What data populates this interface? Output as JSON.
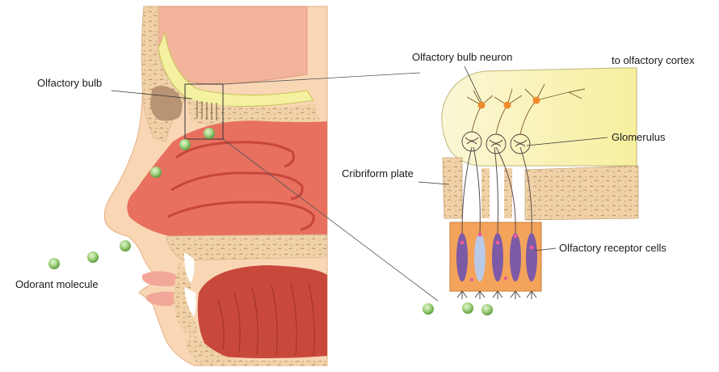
{
  "labels": {
    "olfactory_bulb": "Olfactory bulb",
    "olfactory_bulb_neuron": "Olfactory bulb neuron",
    "to_olfactory_cortex": "to olfactory cortex",
    "glomerulus": "Glomerulus",
    "cribriform_plate": "Cribriform plate",
    "olfactory_receptor_cells": "Olfactory receptor cells",
    "odorant_molecule": "Odorant molecule"
  },
  "colors": {
    "skin": "#f9d7b5",
    "skin_outline": "#e8b68e",
    "bone": "#f1d2a8",
    "bone_speckle": "#b5906b",
    "brain": "#f2b49a",
    "nasal_cavity": "#e8705f",
    "nasal_fold": "#c6463c",
    "bulb_yellow": "#f4f1a0",
    "cortex_fill": "#fbf6c8",
    "tongue": "#c9483c",
    "receptor_orange": "#f4a35a",
    "receptor_purple": "#7d5aa6",
    "neuron_orange": "#ef8a2a",
    "molecule_green": "#8cc56a"
  }
}
